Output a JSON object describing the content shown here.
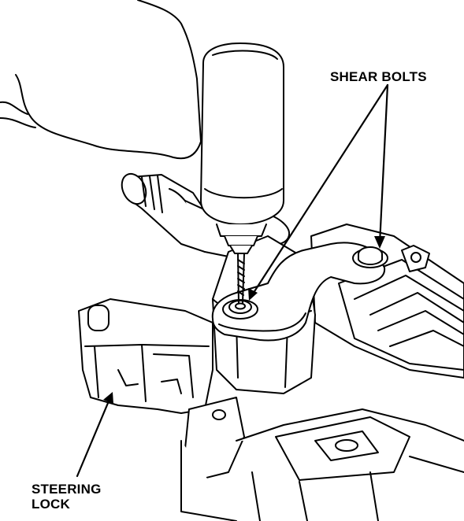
{
  "labels": {
    "shear_bolts": "SHEAR BOLTS",
    "steering_line1": "STEERING",
    "steering_line2": "LOCK"
  },
  "colors": {
    "ink": "#000000",
    "paper": "#ffffff"
  },
  "icons": [
    "hand-drill-icon",
    "drill-bit-icon",
    "shear-bolt-icon"
  ]
}
